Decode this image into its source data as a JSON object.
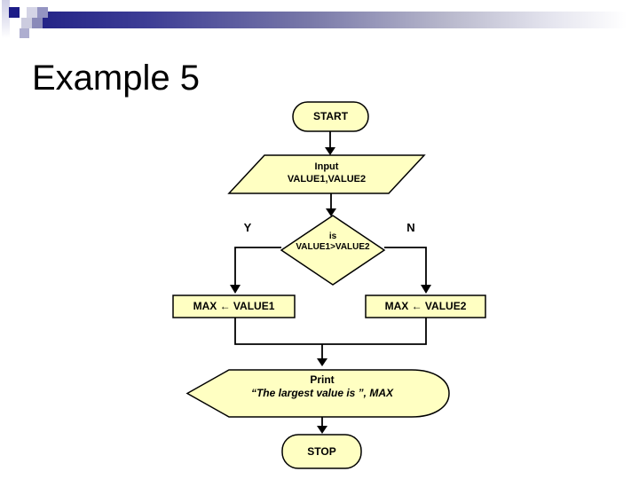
{
  "slide": {
    "title": "Example 5",
    "colors": {
      "shape_fill": "#FFFFC2",
      "shape_border": "#000000",
      "header_bar_dark": "#232387",
      "accent_square_dark": "#1C1C87",
      "background": "#FFFFFF"
    }
  },
  "flowchart": {
    "start": {
      "shape": "terminator",
      "label": "START"
    },
    "input": {
      "shape": "parallelogram",
      "line1": "Input",
      "line2": "VALUE1,VALUE2"
    },
    "decision": {
      "shape": "diamond",
      "line1": "is",
      "line2": "VALUE1>VALUE2",
      "yes_label": "Y",
      "no_label": "N"
    },
    "assign_left": {
      "shape": "process",
      "label": "MAX ← VALUE1"
    },
    "assign_right": {
      "shape": "process",
      "label": "MAX ← VALUE2"
    },
    "print": {
      "shape": "display",
      "line1": "Print",
      "line2": "“The largest value is ”, MAX"
    },
    "stop": {
      "shape": "terminator",
      "label": "STOP"
    }
  }
}
